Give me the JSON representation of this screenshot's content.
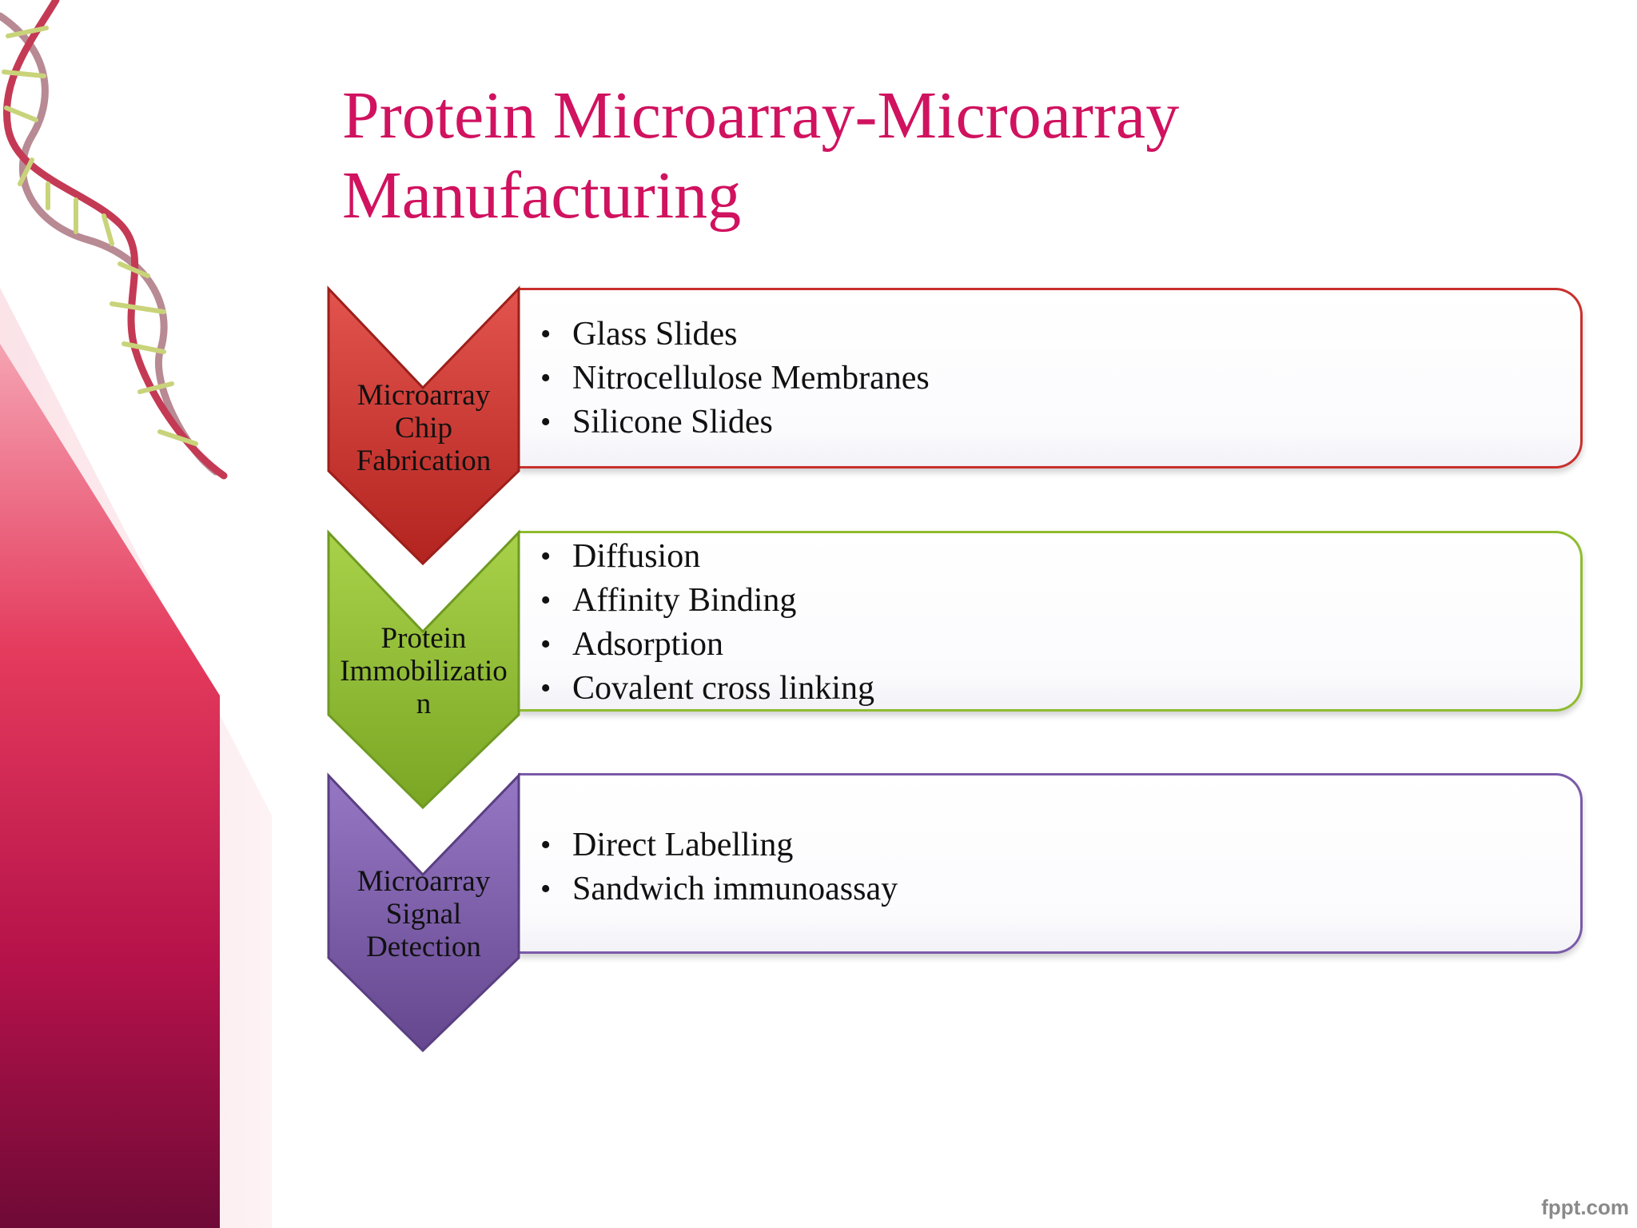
{
  "slide": {
    "title_lines": [
      "Protein Microarray-Microarray",
      "Manufacturing"
    ],
    "footer": "fppt.com"
  },
  "steps": [
    {
      "label_lines": [
        "Microarray",
        "Chip",
        "Fabrication"
      ],
      "color": "#c8302c",
      "items": [
        "Glass Slides",
        "Nitrocellulose Membranes",
        "Silicone Slides"
      ]
    },
    {
      "label_lines": [
        "Protein",
        "Immobilizatio",
        "n"
      ],
      "color": "#8fbc2e",
      "items": [
        "Diffusion",
        "Affinity Binding",
        "Adsorption",
        "Covalent cross linking"
      ]
    },
    {
      "label_lines": [
        "Microarray",
        "Signal",
        "Detection"
      ],
      "color": "#7a5aa8",
      "items": [
        "Direct Labelling",
        "Sandwich immunoassay"
      ]
    }
  ],
  "bullet_char": "•"
}
